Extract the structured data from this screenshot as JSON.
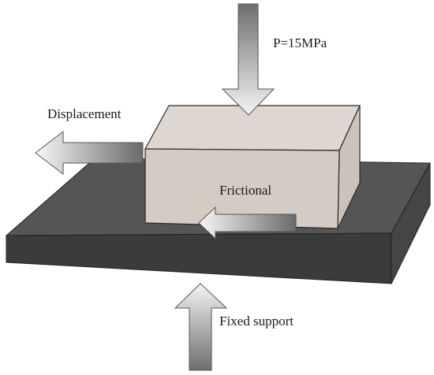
{
  "labels": {
    "pressure": "P=15MPa",
    "displacement": "Displacement",
    "frictional": "Frictional",
    "fixed_support": "Fixed support"
  },
  "colors": {
    "plate_top": "#555555",
    "plate_front": "#3b3b3b",
    "plate_side": "#454545",
    "block_top": "#ded6d0",
    "block_front": "#d4cbc5",
    "block_side": "#cbc2bc",
    "arrow_light": "#f7f7f7",
    "arrow_dark": "#6e6e6e"
  }
}
